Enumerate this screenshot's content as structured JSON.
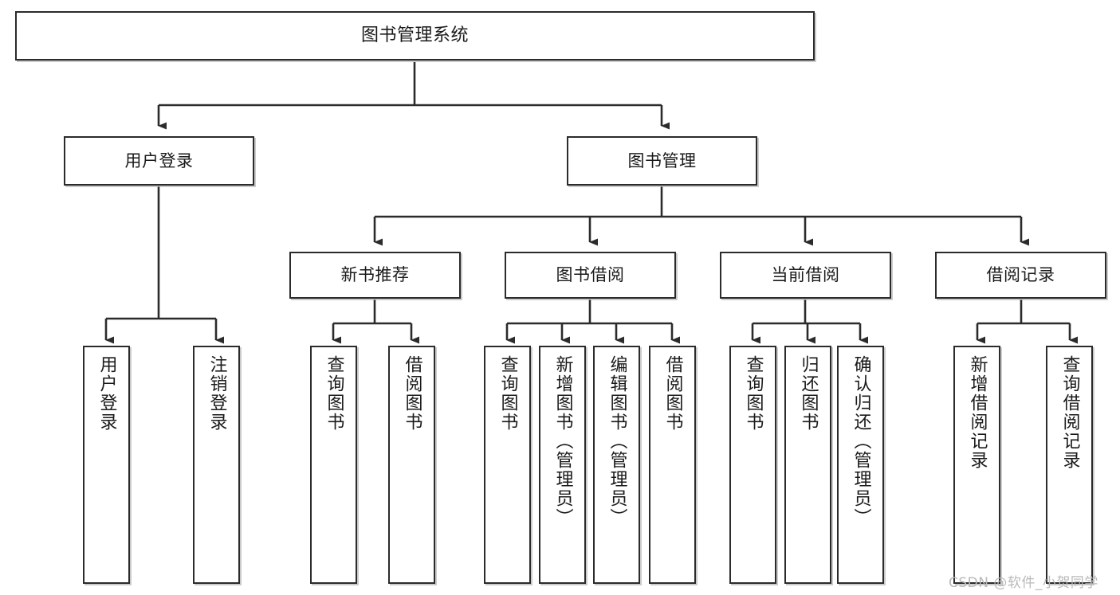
{
  "diagram": {
    "title": "图书管理系统",
    "type": "hierarchy-tree",
    "orientation": "top-down",
    "colors": {
      "box_border": "#2b2b2b",
      "box_fill": "#ffffff",
      "edge": "#2b2b2b",
      "text": "#1a1a1a",
      "watermark": "#b9b9b9"
    }
  },
  "nodes": {
    "root": {
      "label": "图书管理系统",
      "level": 1
    },
    "level2": [
      {
        "id": "user-login",
        "label": "用户登录"
      },
      {
        "id": "book-management",
        "label": "图书管理"
      }
    ],
    "level3": [
      {
        "id": "new-book-recommend",
        "label": "新书推荐"
      },
      {
        "id": "book-borrow",
        "label": "图书借阅"
      },
      {
        "id": "current-borrow",
        "label": "当前借阅"
      },
      {
        "id": "borrow-record",
        "label": "借阅记录"
      }
    ],
    "leaves": [
      {
        "id": "leaf-user-login",
        "label": "用户登录",
        "parent": "user-login"
      },
      {
        "id": "leaf-logout",
        "label": "注销登录",
        "parent": "user-login"
      },
      {
        "id": "leaf-query-book-1",
        "label": "查询图书",
        "parent": "new-book-recommend"
      },
      {
        "id": "leaf-borrow-book-1",
        "label": "借阅图书",
        "parent": "new-book-recommend"
      },
      {
        "id": "leaf-query-book-2",
        "label": "查询图书",
        "parent": "book-borrow"
      },
      {
        "id": "leaf-add-book",
        "label": "新增图书（管理员）",
        "parent": "book-borrow"
      },
      {
        "id": "leaf-edit-book",
        "label": "编辑图书（管理员）",
        "parent": "book-borrow"
      },
      {
        "id": "leaf-borrow-book-2",
        "label": "借阅图书",
        "parent": "book-borrow"
      },
      {
        "id": "leaf-query-book-3",
        "label": "查询图书",
        "parent": "current-borrow"
      },
      {
        "id": "leaf-return-book",
        "label": "归还图书",
        "parent": "current-borrow"
      },
      {
        "id": "leaf-confirm-return",
        "label": "确认归还（管理员）",
        "parent": "current-borrow"
      },
      {
        "id": "leaf-add-record",
        "label": "新增借阅记录",
        "parent": "borrow-record"
      },
      {
        "id": "leaf-query-record",
        "label": "查询借阅记录",
        "parent": "borrow-record"
      }
    ]
  },
  "watermark": {
    "text": "CSDN @软件_小贺同学"
  }
}
